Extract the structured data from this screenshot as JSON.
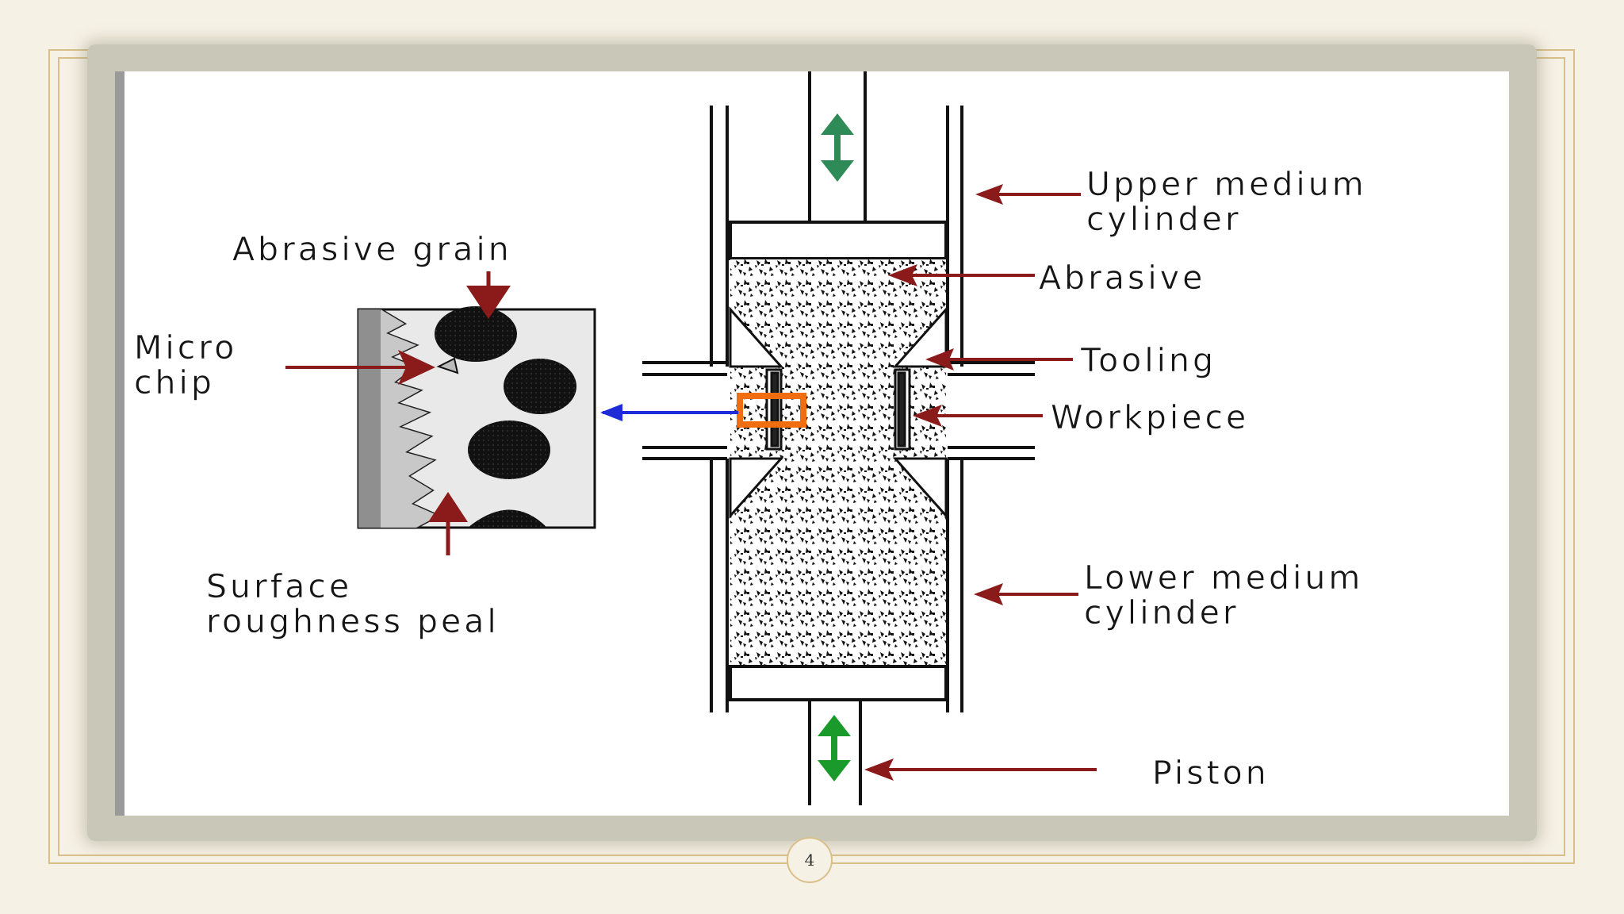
{
  "diagram": {
    "labels": {
      "abrasive_grain": "Abrasive grain",
      "micro_chip": "Micro\nchip",
      "surface_roughness": "Surface\nroughness peal",
      "upper_cylinder": "Upper medium\ncylinder",
      "abrasive": "Abrasive",
      "tooling": "Tooling",
      "workpiece": "Workpiece",
      "lower_cylinder": "Lower medium\ncylinder",
      "piston": "Piston"
    }
  },
  "slide": {
    "page_number": "4"
  },
  "colors": {
    "arrow_red": "#8b1a1a",
    "motion_green": "#2e8b57",
    "zoom_box": "#f06d10",
    "pointer_blue": "#1f2bd6",
    "frame_gold": "#d9bf8a"
  }
}
